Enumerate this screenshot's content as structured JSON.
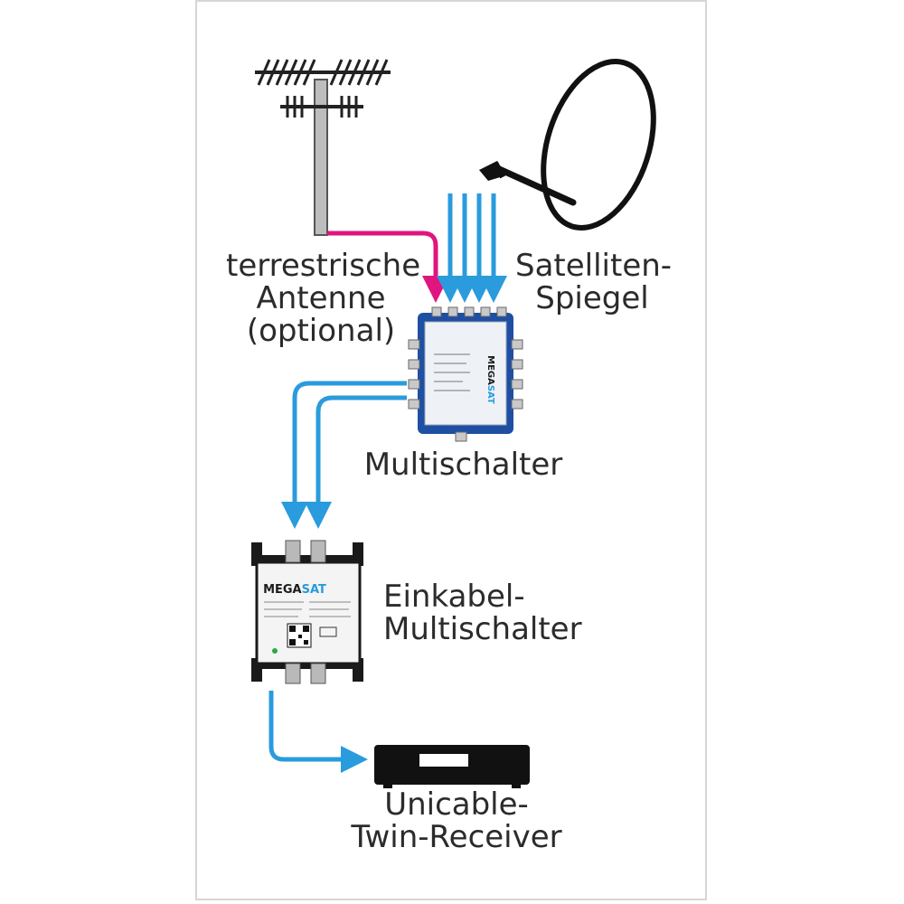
{
  "labels": {
    "antenna": [
      "terrestrische",
      "Antenne",
      "(optional)"
    ],
    "dish": [
      "Satelliten-",
      "Spiegel"
    ],
    "multiswitch": "Multischalter",
    "unicable_switch": [
      "Einkabel-",
      "Multischalter"
    ],
    "receiver": [
      "Unicable-",
      "Twin-Receiver"
    ]
  },
  "brand": {
    "mega": "MEGA",
    "sat": "SAT"
  },
  "colors": {
    "sat_line": "#2a9bdd",
    "terrestrial_line": "#e0157f",
    "device_blue": "#1e4fa3",
    "device_black": "#1a1a1a",
    "text": "#2b2b2b",
    "frame": "#d6d6d6"
  }
}
